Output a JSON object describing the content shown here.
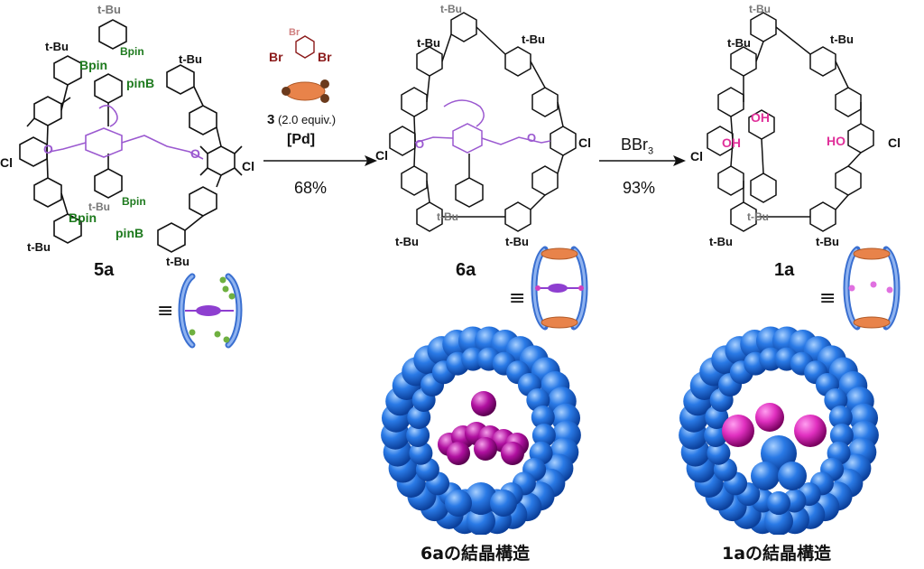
{
  "compounds": {
    "c5a": "5a",
    "c6a": "6a",
    "c1a": "1a"
  },
  "atoms": {
    "tbu": "t-Bu",
    "bpin": "Bpin",
    "pinb": "pinB",
    "cl": "Cl",
    "o": "O",
    "oh": "OH",
    "ho": "HO",
    "br": "Br"
  },
  "reaction1": {
    "reagent_num": "3",
    "reagent_equiv": " (2.0 equiv.)",
    "catalyst": "[Pd]",
    "yield": "68%"
  },
  "reaction2": {
    "reagent": "BBr",
    "reagent_sub": "3",
    "yield": "93%"
  },
  "equiv_symbol": "≡",
  "captions": {
    "cap6a": "6aの結晶構造",
    "cap1a": "1aの結晶構造"
  },
  "colors": {
    "bpin_green": "#1e7a1e",
    "ether_purple": "#9b59d0",
    "hydroxyl_magenta": "#e0309a",
    "spacefill_blue": "#1f6fd6",
    "spacefill_magenta": "#b0109a",
    "cage_blue": "#5b8fe0",
    "orange_disk": "#e8834a",
    "bromine_red": "#8b1a1a"
  }
}
